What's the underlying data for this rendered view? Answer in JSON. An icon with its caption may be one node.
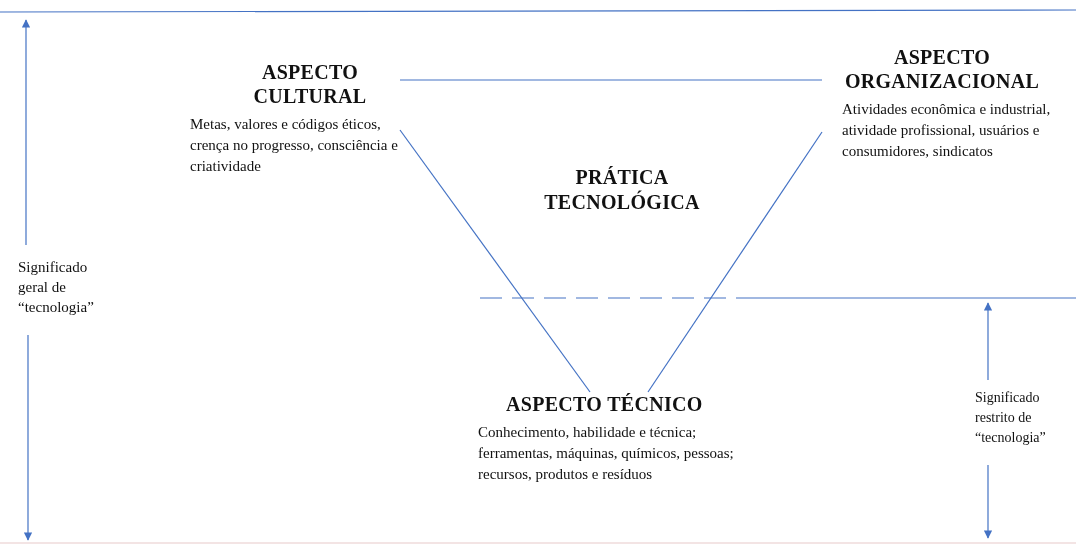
{
  "diagram": {
    "nodes": [
      {
        "text": [
          "ASPECTO CULTURAL",
          "Metas, valores e códigos éticos, crença no progresso, consciência e criatividade"
        ]
      },
      {
        "text": [
          "ASPECTO ORGANIZACIONAL",
          "Atividades econômica e industrial, atividade profissional, usuários e consumidores, sindicatos"
        ]
      },
      {
        "text": [
          "ASPECTO TÉCNICO",
          "Conhecimento, habilidade e técnica; ferramentas, máquinas, químicos, pessoas; recursos, produtos e resíduos"
        ]
      }
    ],
    "edges": [
      {
        "from": 0,
        "to": 1,
        "arrow": "none"
      },
      {
        "from": 0,
        "to": 2,
        "arrow": "none"
      },
      {
        "from": 1,
        "to": 2,
        "arrow": "none"
      }
    ],
    "labels": [
      "PRÁTICA TECNOLÓGICA",
      "Significado geral de “tecnologia”",
      "Significado restrito de “tecnologia”"
    ]
  }
}
